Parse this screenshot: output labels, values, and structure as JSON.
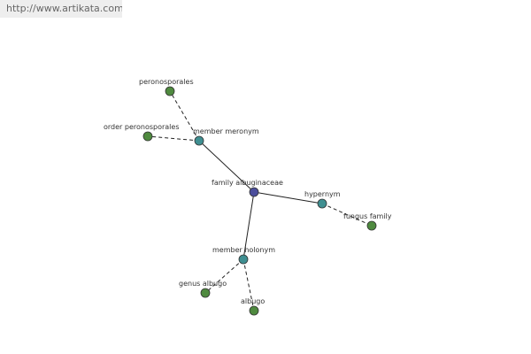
{
  "watermark": "http://www.artikata.com",
  "colors": {
    "center_node": "#4b4e9c",
    "relation_node": "#3f8f91",
    "leaf_node": "#4f8a3f",
    "edge": "#222222"
  },
  "graph": {
    "center": "family albuginaceae",
    "relations": [
      "member meronym",
      "hypernym",
      "member holonym"
    ],
    "leaves": [
      "peronosporales",
      "order peronosporales",
      "fungus family",
      "genus albugo",
      "albugo"
    ],
    "edges": [
      {
        "from": "family albuginaceae",
        "to": "member meronym",
        "style": "solid"
      },
      {
        "from": "family albuginaceae",
        "to": "hypernym",
        "style": "solid"
      },
      {
        "from": "family albuginaceae",
        "to": "member holonym",
        "style": "solid"
      },
      {
        "from": "member meronym",
        "to": "peronosporales",
        "style": "dashed"
      },
      {
        "from": "member meronym",
        "to": "order peronosporales",
        "style": "dashed"
      },
      {
        "from": "hypernym",
        "to": "fungus family",
        "style": "dashed"
      },
      {
        "from": "member holonym",
        "to": "genus albugo",
        "style": "dashed"
      },
      {
        "from": "member holonym",
        "to": "albugo",
        "style": "dashed"
      }
    ]
  }
}
